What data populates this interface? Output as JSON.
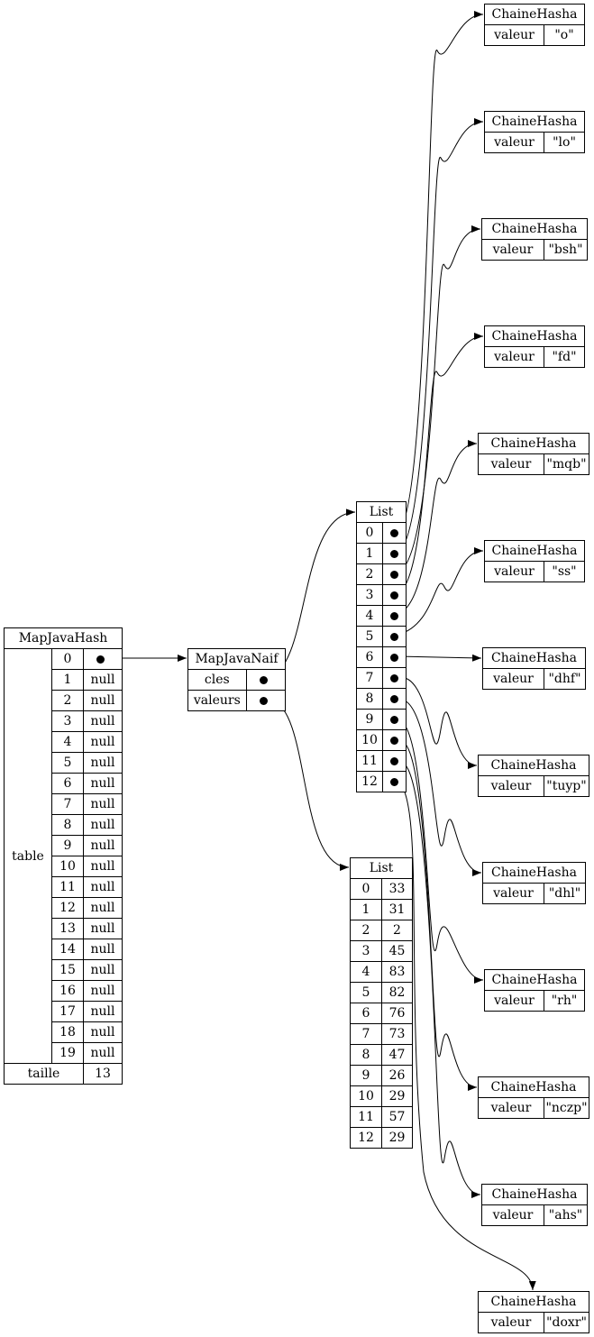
{
  "map": {
    "title": "MapJavaHash",
    "table_label": "table",
    "entries": [
      {
        "index": "0",
        "value": ""
      },
      {
        "index": "1",
        "value": "null"
      },
      {
        "index": "2",
        "value": "null"
      },
      {
        "index": "3",
        "value": "null"
      },
      {
        "index": "4",
        "value": "null"
      },
      {
        "index": "5",
        "value": "null"
      },
      {
        "index": "6",
        "value": "null"
      },
      {
        "index": "7",
        "value": "null"
      },
      {
        "index": "8",
        "value": "null"
      },
      {
        "index": "9",
        "value": "null"
      },
      {
        "index": "10",
        "value": "null"
      },
      {
        "index": "11",
        "value": "null"
      },
      {
        "index": "12",
        "value": "null"
      },
      {
        "index": "13",
        "value": "null"
      },
      {
        "index": "14",
        "value": "null"
      },
      {
        "index": "15",
        "value": "null"
      },
      {
        "index": "16",
        "value": "null"
      },
      {
        "index": "17",
        "value": "null"
      },
      {
        "index": "18",
        "value": "null"
      },
      {
        "index": "19",
        "value": "null"
      }
    ],
    "size_label": "taille",
    "size_value": "13"
  },
  "naif": {
    "title": "MapJavaNaif",
    "keys_label": "cles",
    "values_label": "valeurs"
  },
  "keys_list": {
    "title": "List",
    "indices": [
      "0",
      "1",
      "2",
      "3",
      "4",
      "5",
      "6",
      "7",
      "8",
      "9",
      "10",
      "11",
      "12"
    ]
  },
  "values_list": {
    "title": "List",
    "rows": [
      {
        "index": "0",
        "value": "33"
      },
      {
        "index": "1",
        "value": "31"
      },
      {
        "index": "2",
        "value": "2"
      },
      {
        "index": "3",
        "value": "45"
      },
      {
        "index": "4",
        "value": "83"
      },
      {
        "index": "5",
        "value": "82"
      },
      {
        "index": "6",
        "value": "76"
      },
      {
        "index": "7",
        "value": "73"
      },
      {
        "index": "8",
        "value": "47"
      },
      {
        "index": "9",
        "value": "26"
      },
      {
        "index": "10",
        "value": "29"
      },
      {
        "index": "11",
        "value": "57"
      },
      {
        "index": "12",
        "value": "29"
      }
    ]
  },
  "strings": [
    {
      "title": "ChaineHasha",
      "field": "valeur",
      "value": "\"o\""
    },
    {
      "title": "ChaineHasha",
      "field": "valeur",
      "value": "\"lo\""
    },
    {
      "title": "ChaineHasha",
      "field": "valeur",
      "value": "\"bsh\""
    },
    {
      "title": "ChaineHasha",
      "field": "valeur",
      "value": "\"fd\""
    },
    {
      "title": "ChaineHasha",
      "field": "valeur",
      "value": "\"mqb\""
    },
    {
      "title": "ChaineHasha",
      "field": "valeur",
      "value": "\"ss\""
    },
    {
      "title": "ChaineHasha",
      "field": "valeur",
      "value": "\"dhf\""
    },
    {
      "title": "ChaineHasha",
      "field": "valeur",
      "value": "\"tuyp\""
    },
    {
      "title": "ChaineHasha",
      "field": "valeur",
      "value": "\"dhl\""
    },
    {
      "title": "ChaineHasha",
      "field": "valeur",
      "value": "\"rh\""
    },
    {
      "title": "ChaineHasha",
      "field": "valeur",
      "value": "\"nczp\""
    },
    {
      "title": "ChaineHasha",
      "field": "valeur",
      "value": "\"ahs\""
    },
    {
      "title": "ChaineHasha",
      "field": "valeur",
      "value": "\"doxr\""
    }
  ]
}
